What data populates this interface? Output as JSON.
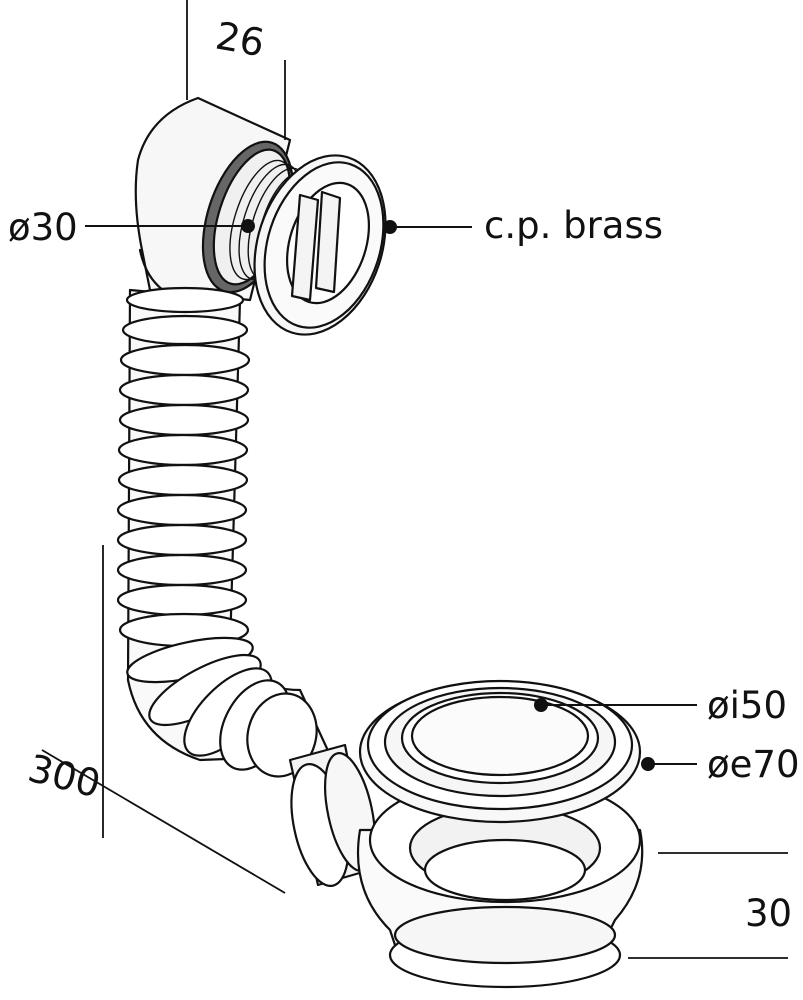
{
  "labels": {
    "d30": "ø30",
    "brass": "c.p. brass",
    "di50": "øi50",
    "de70": "øe70",
    "d26": "26",
    "d300": "300",
    "d30h": "30"
  },
  "colors": {
    "line": "#111111",
    "body_fill": "#ffffff",
    "ring": "#f6f6f6",
    "gasket": "#6a6a6a"
  }
}
